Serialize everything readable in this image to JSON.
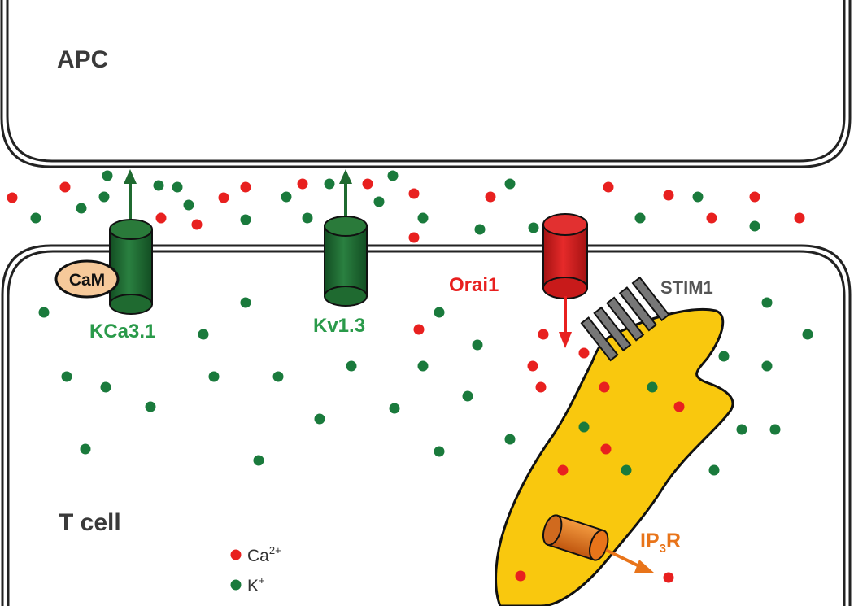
{
  "labels": {
    "apc": "APC",
    "t_cell": "T cell",
    "cam": "CaM",
    "kca": "KCa3.1",
    "kv": "Kv1.3",
    "orai": "Orai1",
    "stim": "STIM1",
    "ip3r": "IP3R",
    "ip3r_base": "IP",
    "ip3r_sub": "3",
    "ip3r_tail": "R"
  },
  "legend": {
    "ca": "Ca2+",
    "ca_base": "Ca",
    "ca_sup": "2+",
    "k": "K+",
    "k_base": "K",
    "k_sup": "+"
  },
  "colors": {
    "ca": "#e8201f",
    "k": "#1a7a3c",
    "channel_green": "#1f6a30",
    "orai_red": "#d81e1e",
    "er_yellow": "#f9c80e",
    "cam_fill": "#f6c99a",
    "ip3r_orange": "#e8741a",
    "stim_gray": "#777777"
  }
}
